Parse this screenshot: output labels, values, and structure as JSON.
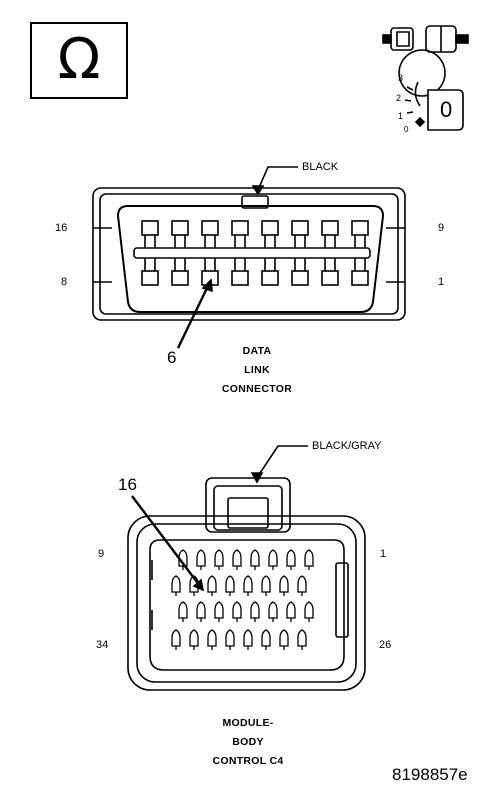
{
  "ohm_symbol": "Ω",
  "switch_key": {
    "positions": [
      "3",
      "2",
      "1",
      "0"
    ],
    "center_label": "0"
  },
  "dlc": {
    "wire_color": "BLACK",
    "pin_labels": {
      "top_left": "16",
      "bottom_left": "8",
      "top_right": "9",
      "bottom_right": "1"
    },
    "callout_pin": "6",
    "caption": [
      "DATA",
      "LINK",
      "CONNECTOR"
    ]
  },
  "bcm": {
    "wire_color": "BLACK/GRAY",
    "pin_labels": {
      "top_left": "9",
      "bottom_left": "34",
      "top_right": "1",
      "bottom_right": "26"
    },
    "callout_pin": "16",
    "caption": [
      "MODULE-",
      "BODY",
      "CONTROL C4"
    ]
  },
  "figure_id": "8198857e"
}
